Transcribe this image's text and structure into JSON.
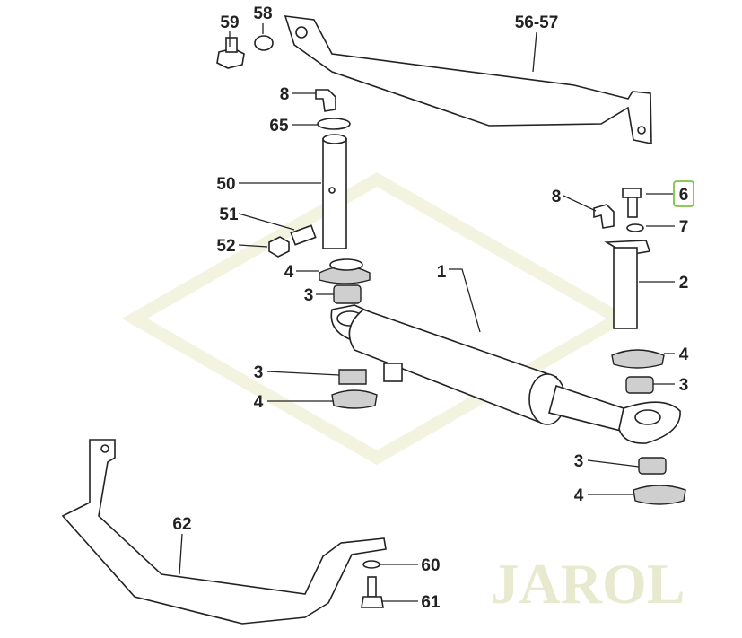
{
  "watermark": "JAROL",
  "colors": {
    "highlight": "#7cc443",
    "line": "#222222",
    "watermark": "#f3f4df"
  },
  "callouts": {
    "c59": "59",
    "c58": "58",
    "c56": "56-57",
    "c8a": "8",
    "c65": "65",
    "c50": "50",
    "c51": "51",
    "c52": "52",
    "c4a": "4",
    "c3a": "3",
    "c1": "1",
    "c8b": "8",
    "c6": "6",
    "c7": "7",
    "c2": "2",
    "c4b": "4",
    "c3b": "3",
    "c3c": "3",
    "c4c": "4",
    "c3d": "3",
    "c4d": "4",
    "c62": "62",
    "c60": "60",
    "c61": "61"
  },
  "highlighted_callout": "6"
}
